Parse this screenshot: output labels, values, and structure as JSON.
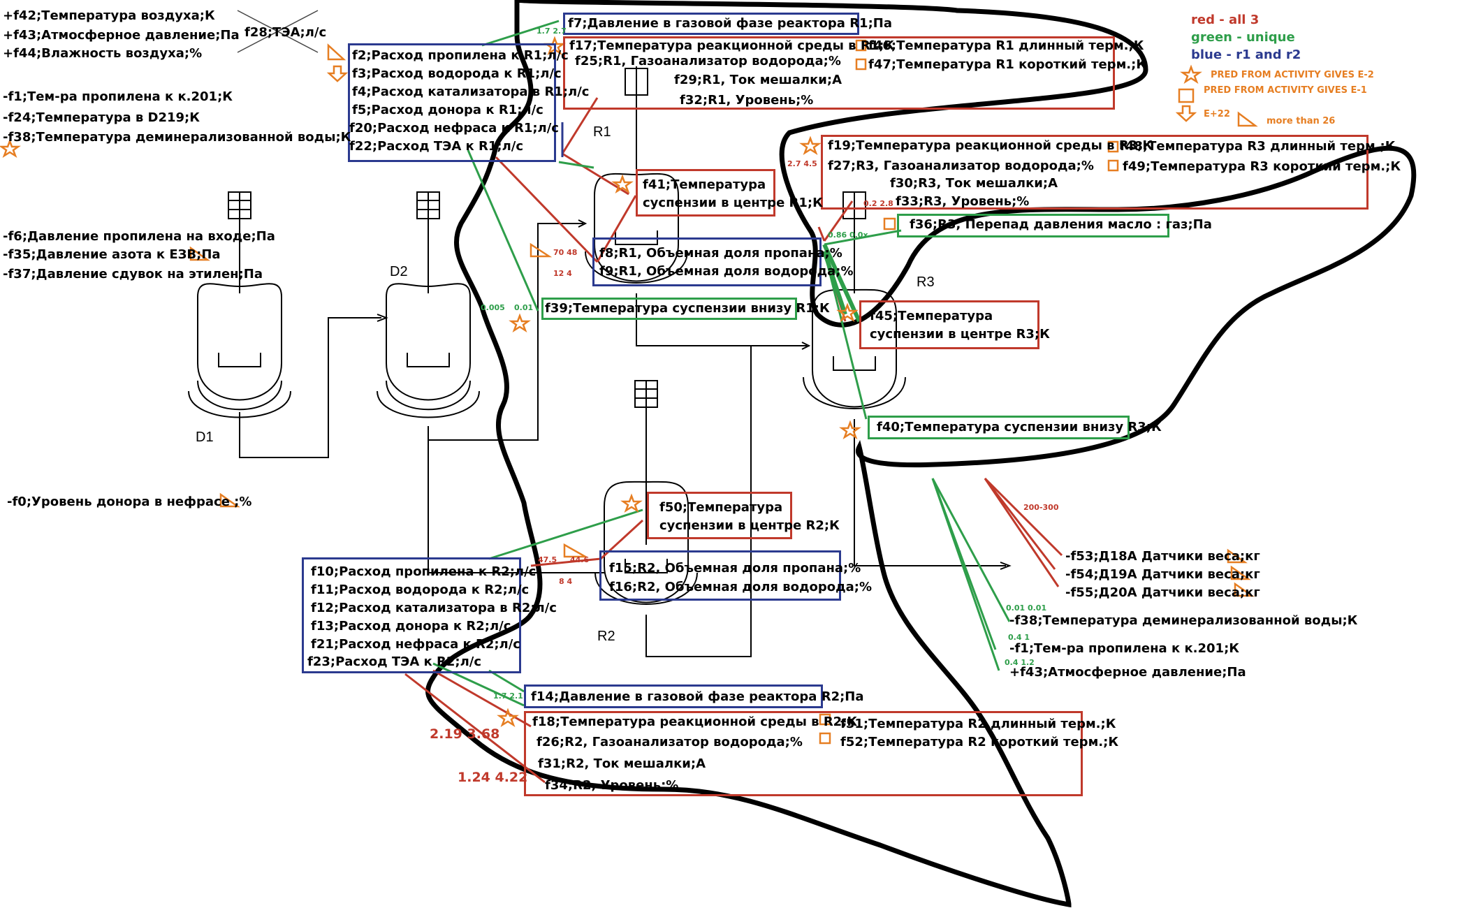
{
  "legend": {
    "red": "red - all 3",
    "green": "green - unique",
    "blue": "blue - r1 and r2",
    "star": "PRED FROM ACTIVITY GIVES E-2",
    "square": "PRED FROM ACTIVITY GIVES E-1",
    "arrow": "E+22",
    "triangle": "more than 26",
    "colors": {
      "red": "#c0392b",
      "green": "#2e9e4a",
      "blue": "#2b3a8f",
      "orange": "#e67e22"
    }
  },
  "top_left": {
    "l1": "+f42;Температура воздуха;К",
    "l2": "+f43;Атмосферное давление;Па",
    "l3": "+f44;Влажность воздуха;%",
    "crossed": "f28;ТЭА;л/с",
    "l4": "-f1;Тем-ра пропилена к к.201;К",
    "l5": "-f24;Температура в D219;К",
    "l6": "-f38;Температура деминерализованной воды;К",
    "l7": "-f6;Давление пропилена на входе;Па",
    "l8": "-f35;Давление азота к ЕЗВ;Па",
    "l9": "-f37;Давление сдувок на этилен;Па",
    "l10": "-f0;Уровень донора в нефрасе ;%"
  },
  "vessels": {
    "d1": "D1",
    "d2": "D2",
    "r1": "R1",
    "r2": "R2",
    "r3": "R3"
  },
  "r1_flow_box": [
    "f2;Расход пропилена к R1;л/с",
    "f3;Расход водорода к R1;л/с",
    "f4;Расход катализатора в R1;л/с",
    "f5;Расход донора к R1;л/с",
    "f20;Расход нефраса к R1;л/с",
    "f22;Расход ТЭА к R1;л/с"
  ],
  "r1_pressure": "f7;Давление в газовой фазе реактора R1;Па",
  "r1_main": [
    "f17;Температура реакционной среды в R1;К",
    "f25;R1, Газоанализатор водорода;%",
    "f29;R1, Ток мешалки;А",
    "f32;R1, Уровень;%"
  ],
  "r1_terms": [
    "f46;Температура R1 длинный терм.;К",
    "f47;Температура R1 короткий терм.;К"
  ],
  "r1_center": [
    "f41;Температура",
    "суспензии в центре R1;К"
  ],
  "r1_gas": [
    "f8;R1, Объемная доля пропана;%",
    "f9;R1, Объемная доля водорода;%"
  ],
  "r1_bottom": "f39;Температура суспензии внизу R1;К",
  "r3_main": [
    "f19;Температура реакционной среды в R3;К",
    "f27;R3, Газоанализатор водорода;%",
    "f30;R3, Ток мешалки;А",
    "f33;R3, Уровень;%"
  ],
  "r3_terms": [
    "f48;Температура R3 длинный терм.;К",
    "f49;Температура R3 короткий терм.;К"
  ],
  "r3_dp": "f36;R3, Перепад давления масло : газ;Па",
  "r3_center": [
    "f45;Температура",
    "суспензии в центре R3;К"
  ],
  "r3_bottom": "f40;Температура суспензии внизу R3;К",
  "r2_center": [
    "f50;Температура",
    "суспензии в центре R2;К"
  ],
  "r2_gas": [
    "f15;R2, Объемная доля пропана;%",
    "f16;R2, Объемная доля водорода;%"
  ],
  "r2_flow_box": [
    "f10;Расход пропилена к R2;л/с",
    "f11;Расход водорода к R2;л/с",
    "f12;Расход катализатора в R2;л/с",
    "f13;Расход донора к R2;л/с",
    "f21;Расход нефраса к R2;л/с",
    "f23;Расход ТЭА к R2;л/с"
  ],
  "r2_pressure": "f14;Давление в газовой фазе реактора R2;Па",
  "r2_main": [
    "f18;Температура реакционной среды в R2;К",
    "f26;R2, Газоанализатор водорода;%",
    "f31;R2, Ток мешалки;А",
    "f34;R2, Уровень;%"
  ],
  "r2_terms": [
    "f51;Температура R2 длинный терм.;К",
    "f52;Температура R2 короткий терм.;К"
  ],
  "weights": [
    "-f53;Д18А Датчики веса;кг",
    "-f54;Д19А Датчики веса;кг",
    "-f55;Д20А Датчики веса;кг"
  ],
  "bottom_right": [
    "-f38;Температура деминерализованной воды;К",
    "-f1;Тем-ра пропилена к к.201;К",
    "+f43;Атмосферное давление;Па"
  ],
  "numbers": {
    "n_17_27": "1.7 2.7",
    "n_27_45": "2.7 4.5",
    "n_02_28": "0.2 2.8",
    "n_086": "0.86 0.0x",
    "n_7048": "70 48",
    "n_124": "12 4",
    "n_0005": "0.005",
    "n_001": "0.01",
    "n_200300": "200-300",
    "n_0101": "0.01  0.01",
    "n_041": "0.4  1",
    "n_0412": "0.4  1.2",
    "n_475": "47.5",
    "n_446": "44.6",
    "n_84": "8    4",
    "n_1721": "1.7 2.1",
    "n_219": "2.19  3.68",
    "n_124b": "1.24  4.22"
  }
}
